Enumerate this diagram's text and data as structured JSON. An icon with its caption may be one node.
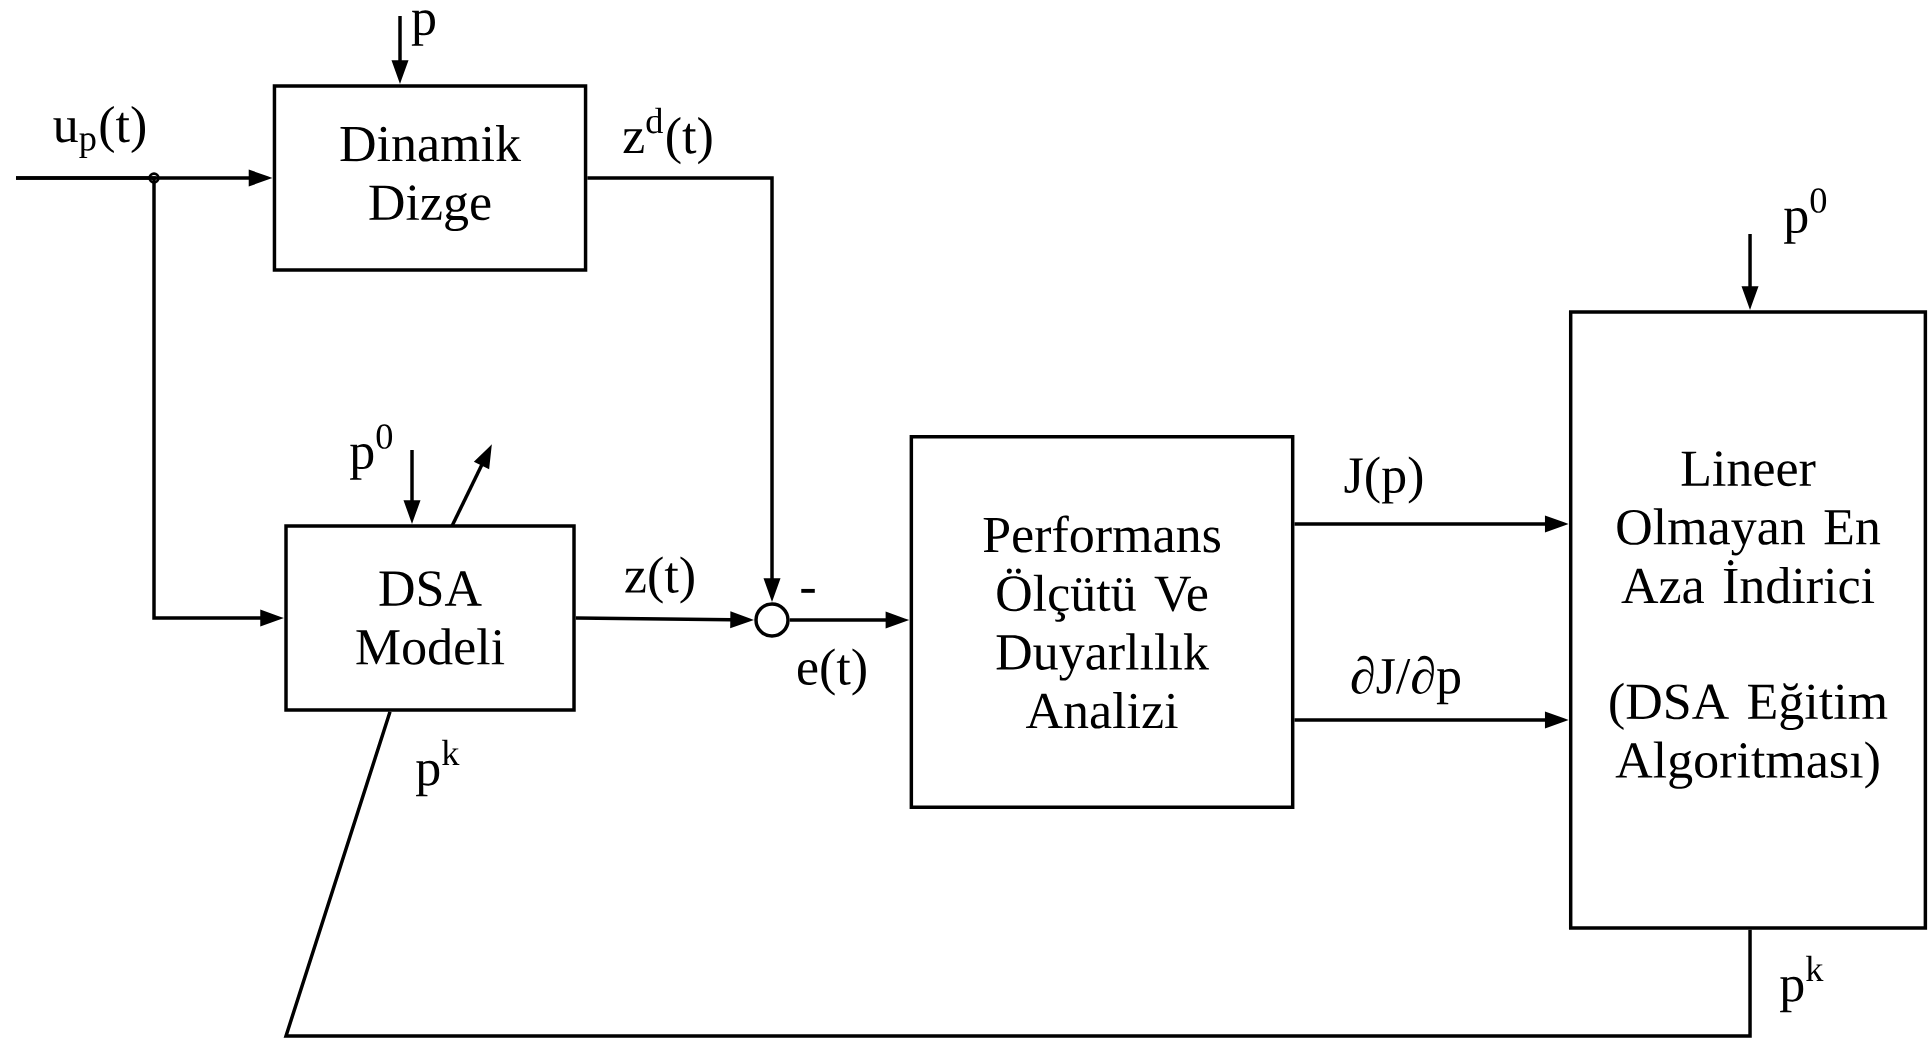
{
  "diagram": {
    "nodes": [
      {
        "text": [
          "Dinamik Dizge"
        ]
      },
      {
        "text": [
          "DSA Modeli"
        ]
      },
      {
        "text": [],
        "shape": "circle"
      },
      {
        "text": [
          "Performans Ölçütü Ve Duyarlılık Analizi"
        ]
      },
      {
        "text": [
          "Lineer Olmayan En Aza İndirici",
          "(DSA Eğitim Algoritması)"
        ]
      }
    ],
    "edges": [
      {
        "from": null,
        "to": 0,
        "arrow": "to",
        "label": "u$_{p}$(t)"
      },
      {
        "from": null,
        "to": 1,
        "arrow": "to"
      },
      {
        "from": null,
        "to": 0,
        "arrow": "to",
        "label": "p"
      },
      {
        "from": 0,
        "to": 2,
        "arrow": "to",
        "label": "z$^{d}$(t)"
      },
      {
        "from": null,
        "to": 1,
        "arrow": "to",
        "label": "p$^{0}$"
      },
      {
        "from": 1,
        "to": 2,
        "arrow": "to",
        "label": "z(t)"
      },
      {
        "from": 2,
        "to": 3,
        "arrow": "to",
        "label": "e(t)"
      },
      {
        "from": 3,
        "to": 4,
        "arrow": "to",
        "label": "J(p)"
      },
      {
        "from": 3,
        "to": 4,
        "arrow": "to",
        "label": "∂J/∂p"
      },
      {
        "from": null,
        "to": 4,
        "arrow": "to",
        "label": "p$^{0}$"
      },
      {
        "from": 4,
        "to": 1,
        "arrow": "none",
        "label": "p$^{k}$"
      }
    ],
    "labels": [
      "-",
      "p$^{k}$"
    ]
  }
}
